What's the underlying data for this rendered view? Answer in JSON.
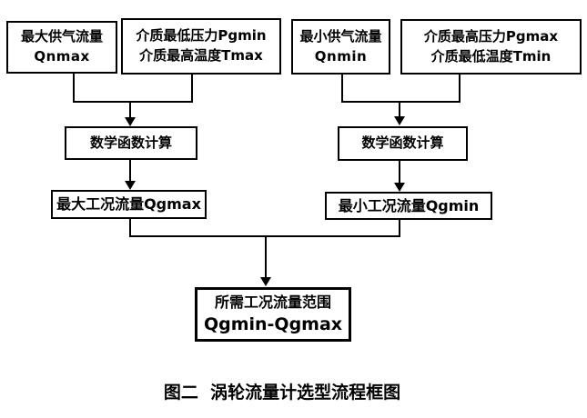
{
  "diagram": {
    "type": "flowchart",
    "caption": "图二  涡轮流量计选型流程框图",
    "colors": {
      "line": "#000000",
      "text": "#000000",
      "background": "#ffffff"
    },
    "nodes": {
      "qnmax": {
        "lines": [
          "最大供气流量",
          "Qnmax"
        ]
      },
      "pgmin_tmax": {
        "lines": [
          "介质最低压力Pgmin",
          "介质最高温度Tmax"
        ]
      },
      "qnmin": {
        "lines": [
          "最小供气流量",
          "Qnmin"
        ]
      },
      "pgmax_tmin": {
        "lines": [
          "介质最高压力Pgmax",
          "介质最低温度Tmin"
        ]
      },
      "math_left": {
        "label": "数学函数计算"
      },
      "math_right": {
        "label": "数学函数计算"
      },
      "qgmax": {
        "label": "最大工况流量Qgmax"
      },
      "qgmin": {
        "label": "最小工况流量Qgmin"
      },
      "result": {
        "lines": [
          "所需工况流量范围",
          "Qgmin-Qgmax"
        ]
      }
    },
    "edges": [
      {
        "from": "qnmax + pgmin_tmax",
        "to": "math_left"
      },
      {
        "from": "qnmin + pgmax_tmin",
        "to": "math_right"
      },
      {
        "from": "math_left",
        "to": "qgmax"
      },
      {
        "from": "math_right",
        "to": "qgmin"
      },
      {
        "from": "qgmax + qgmin",
        "to": "result"
      }
    ]
  }
}
